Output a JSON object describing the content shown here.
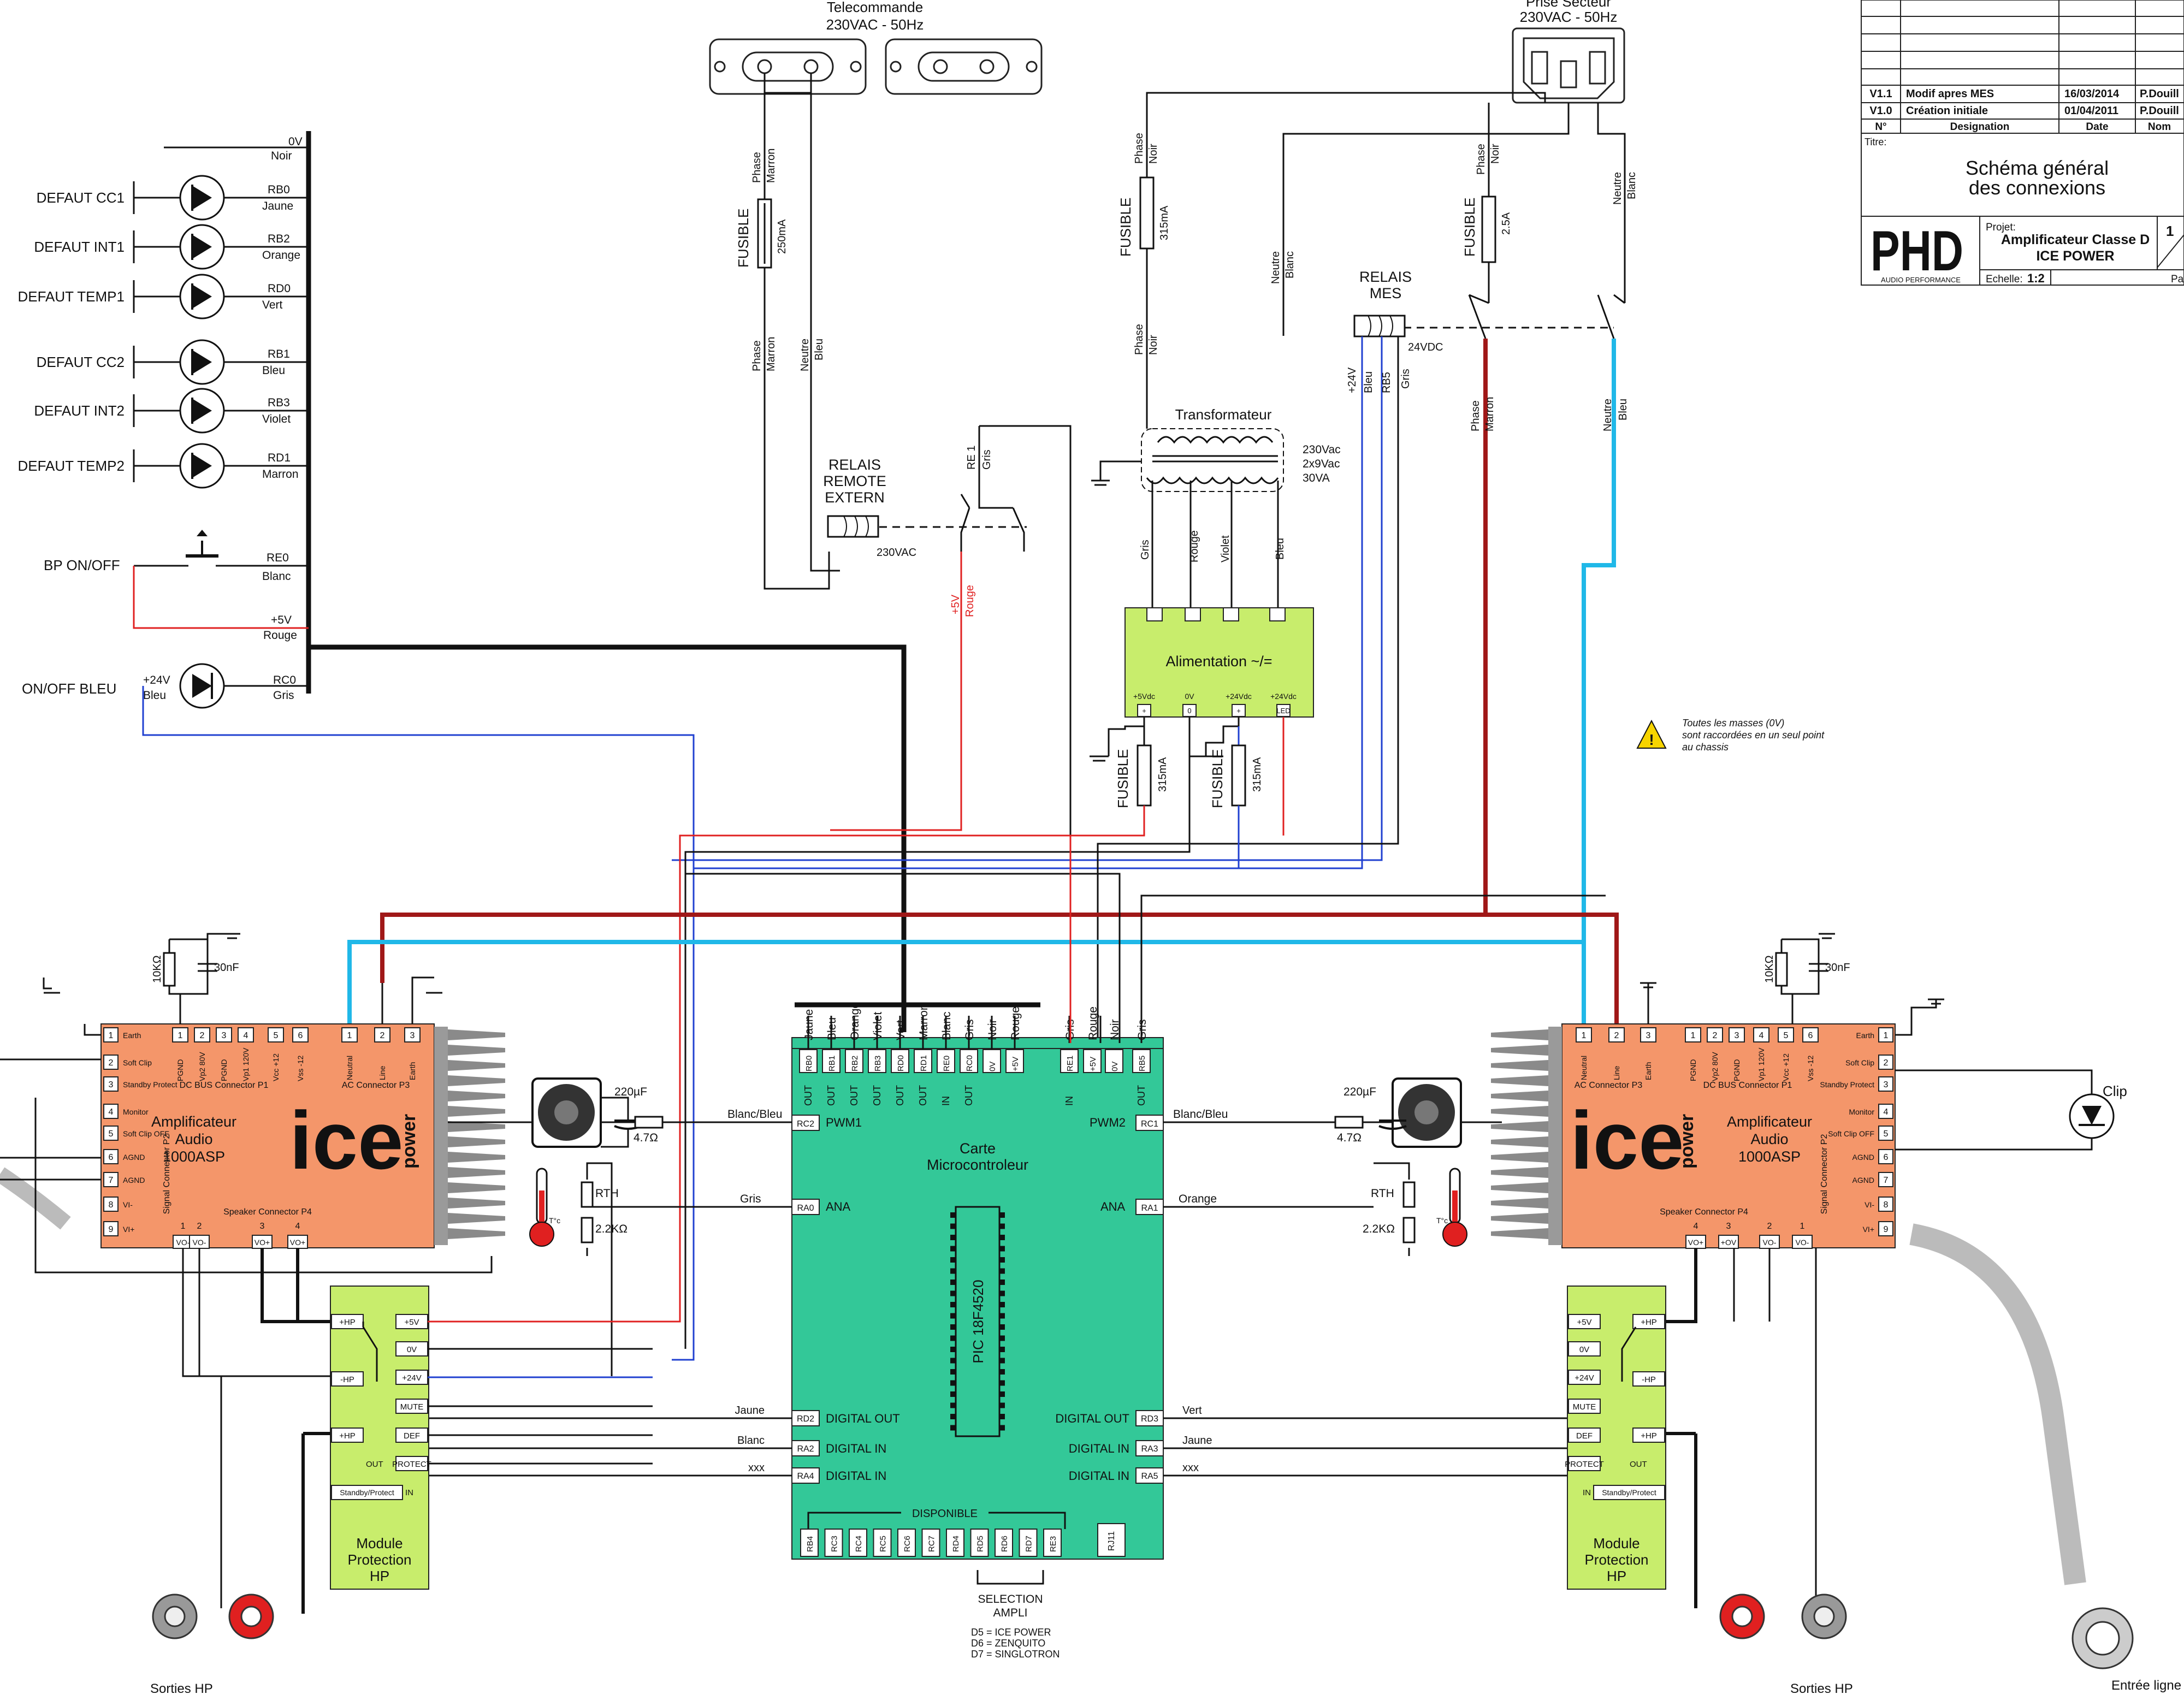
{
  "top_connectors": {
    "telecommande": "Telecommande",
    "telecommande_spec": "230VAC - 50Hz",
    "prise_secteur": "Prise Secteur",
    "prise_secteur_spec": "230VAC - 50Hz"
  },
  "title_block": {
    "rows": [
      {
        "version": "V1.1",
        "designation": "Modif apres MES",
        "date": "16/03/2014",
        "name": "P.Douill"
      },
      {
        "version": "V1.0",
        "designation": "Création initiale",
        "date": "01/04/2011",
        "name": "P.Douill"
      }
    ],
    "header": {
      "version": "N°",
      "designation": "Designation",
      "date": "Date",
      "name": "Nom"
    },
    "titre_label": "Titre:",
    "title_line1": "Schéma général",
    "title_line2": "des connexions",
    "logo_text": "PHD",
    "logo_sub": "AUDIO PERFORMANCE",
    "projet_label": "Projet:",
    "projet_line1": "Amplificateur Classe D",
    "projet_line2": "ICE POWER",
    "echelle_label": "Echelle:",
    "echelle_value": "1:2",
    "sheet": "1",
    "page_label": "Pa"
  },
  "fault_leds": [
    {
      "label": "DEFAUT CC1",
      "pin": "RB0",
      "color": "Jaune"
    },
    {
      "label": "DEFAUT INT1",
      "pin": "RB2",
      "color": "Orange"
    },
    {
      "label": "DEFAUT TEMP1",
      "pin": "RD0",
      "color": "Vert"
    },
    {
      "label": "DEFAUT CC2",
      "pin": "RB1",
      "color": "Bleu"
    },
    {
      "label": "DEFAUT INT2",
      "pin": "RB3",
      "color": "Violet"
    },
    {
      "label": "DEFAUT TEMP2",
      "pin": "RD1",
      "color": "Marron"
    }
  ],
  "bus_top": {
    "pin": "0V",
    "color": "Noir"
  },
  "bp_onoff": {
    "label": "BP ON/OFF",
    "pin": "RE0",
    "color": "Blanc",
    "supply": "+5V",
    "supply_color": "Rouge"
  },
  "onoff_bleu": {
    "label": "ON/OFF BLEU",
    "supply": "+24V",
    "supply_color": "Bleu",
    "pin": "RC0",
    "color": "Gris"
  },
  "wire_labels": {
    "phase": "Phase",
    "marron": "Marron",
    "neutre": "Neutre",
    "bleu": "Bleu",
    "noir": "Noir",
    "blanc": "Blanc",
    "fusible": "FUSIBLE",
    "f250": "250mA",
    "f315": "315mA",
    "f25": "2.5A",
    "gris": "Gris",
    "rouge": "Rouge",
    "violet": "Violet",
    "plus5v": "+5V",
    "plus24v": "+24V",
    "rb5": "RB5",
    "re1": "RE 1"
  },
  "relais_remote": {
    "line1": "RELAIS",
    "line2": "REMOTE",
    "line3": "EXTERN",
    "coil": "230VAC"
  },
  "relais_mes": {
    "line1": "RELAIS",
    "line2": "MES",
    "coil": "24VDC"
  },
  "transformateur": {
    "label": "Transformateur",
    "spec1": "230Vac",
    "spec2": "2x9Vac",
    "spec3": "30VA"
  },
  "alimentation": {
    "label": "Alimentation ~/=",
    "pins": [
      "+5Vdc",
      "0V",
      "+24Vdc",
      "+24Vdc"
    ],
    "pin_marks": [
      "+",
      "0",
      "+",
      "LED"
    ]
  },
  "warning": {
    "line1": "Toutes les masses (0V)",
    "line2": "sont raccordées en un seul point",
    "line3": "au chassis"
  },
  "amp_left": {
    "brand": "ice",
    "brand_sub": "power",
    "title1": "Amplificateur",
    "title2": "Audio",
    "title3": "1000ASP",
    "dc_bus": "DC BUS Connector P1",
    "dc_pins": [
      "1",
      "2",
      "3",
      "4",
      "5",
      "6"
    ],
    "dc_pin_names": [
      "PGND",
      "Vp2 80V",
      "PGND",
      "Vp1 120V",
      "Vcc +12",
      "Vss -12"
    ],
    "ac_conn": "AC Connector P3",
    "ac_pins": [
      "1",
      "2",
      "3"
    ],
    "ac_pin_names": [
      "Neutral",
      "Line",
      "Earth"
    ],
    "signal_conn": "Signal Connector P2",
    "signal_pins": [
      "1",
      "2",
      "3",
      "4",
      "5",
      "6",
      "7",
      "8",
      "9"
    ],
    "signal_pin_names": [
      "Earth",
      "Soft Clip",
      "Standby Protect",
      "Monitor",
      "Soft Clip OFF",
      "AGND",
      "AGND",
      "VI-",
      "VI+"
    ],
    "speaker_conn": "Speaker Connector P4",
    "speaker_pins": [
      "1",
      "2",
      "3",
      "4"
    ],
    "speaker_pin_names": [
      "VO-",
      "VO-",
      "VO+",
      "VO+"
    ]
  },
  "amp_right": {
    "brand": "ice",
    "brand_sub": "power",
    "title1": "Amplificateur",
    "title2": "Audio",
    "title3": "1000ASP",
    "dc_bus": "DC BUS Connector P1",
    "dc_pins": [
      "1",
      "2",
      "3",
      "4",
      "5",
      "6"
    ],
    "dc_pin_names": [
      "PGND",
      "Vp2 80V",
      "PGND",
      "Vp1 120V",
      "Vcc +12",
      "Vss -12"
    ],
    "ac_conn": "AC Connector P3",
    "ac_pins": [
      "1",
      "2",
      "3"
    ],
    "ac_pin_names": [
      "Neutral",
      "Line",
      "Earth"
    ],
    "signal_conn": "Signal Connector P2",
    "signal_pins": [
      "1",
      "2",
      "3",
      "4",
      "5",
      "6",
      "7",
      "8",
      "9"
    ],
    "signal_pin_names": [
      "Earth",
      "Soft Clip",
      "Standby Protect",
      "Monitor",
      "Soft Clip OFF",
      "AGND",
      "AGND",
      "VI-",
      "VI+"
    ],
    "speaker_conn": "Speaker Connector P4",
    "speaker_pins": [
      "4",
      "3",
      "2",
      "1"
    ],
    "speaker_pin_names": [
      "VO+",
      "+OV",
      "VO-",
      "VO-"
    ]
  },
  "passives": {
    "r10k": "10KΩ",
    "c30n": "30nF",
    "c220": "220µF",
    "r47": "4.7Ω",
    "rth": "RTH",
    "r22": "2.2KΩ",
    "temp": "T°c"
  },
  "mcu": {
    "title1": "Carte",
    "title2": "Microcontroleur",
    "chip": "PIC 18F4520",
    "top_colors": [
      "Jaune",
      "Bleu",
      "Orange",
      "Violet",
      "Vert",
      "Marron",
      "Blanc",
      "Gris",
      "Noir",
      "Rouge"
    ],
    "top_pins": [
      "RB0",
      "RB1",
      "RB2",
      "RB3",
      "RD0",
      "RD1",
      "RE0",
      "RC0",
      "0V",
      "+5V"
    ],
    "top_dirs": [
      "OUT",
      "OUT",
      "OUT",
      "OUT",
      "OUT",
      "OUT",
      "IN",
      "OUT"
    ],
    "top_right_colors": [
      "Gris",
      "Rouge",
      "Noir",
      "Gris"
    ],
    "top_right_pins": [
      "RE1",
      "+5V",
      "0V",
      "RB5"
    ],
    "top_right_dirs": [
      "IN",
      "OUT"
    ],
    "pwm1_pin": "RC2",
    "pwm1": "PWM1",
    "pwm1_wire": "Blanc/Bleu",
    "pwm2_pin": "RC1",
    "pwm2": "PWM2",
    "pwm2_wire": "Blanc/Bleu",
    "ana1_pin": "RA0",
    "ana1": "ANA",
    "ana1_wire": "Gris",
    "ana2_pin": "RA1",
    "ana2": "ANA",
    "ana2_wire": "Orange",
    "left_io": [
      {
        "pin": "RD2",
        "label": "DIGITAL OUT",
        "wire": "Jaune"
      },
      {
        "pin": "RA2",
        "label": "DIGITAL IN",
        "wire": "Blanc"
      },
      {
        "pin": "RA4",
        "label": "DIGITAL IN",
        "wire": "xxx"
      }
    ],
    "right_io": [
      {
        "pin": "RD3",
        "label": "DIGITAL OUT",
        "wire": "Vert"
      },
      {
        "pin": "RA3",
        "label": "DIGITAL IN",
        "wire": "Jaune"
      },
      {
        "pin": "RA5",
        "label": "DIGITAL IN",
        "wire": "xxx"
      }
    ],
    "disponible": "DISPONIBLE",
    "bottom_pins": [
      "RB4",
      "RC3",
      "RC4",
      "RC5",
      "RC6",
      "RC7",
      "RD4",
      "RD5",
      "RD6",
      "RD7",
      "RE3"
    ],
    "rj11": "RJ11"
  },
  "selection": {
    "line1": "SELECTION",
    "line2": "AMPLI",
    "opt1": "D5 = ICE POWER",
    "opt2": "D6 = ZENQUITO",
    "opt3": "D7 = SINGLOTRON"
  },
  "protection_left": {
    "title1": "Module",
    "title2": "Protection",
    "title3": "HP",
    "left_pins": [
      "+HP",
      "-HP",
      "+HP"
    ],
    "right_pins": [
      "+5V",
      "0V",
      "+24V",
      "MUTE",
      "DEF",
      "PROTECT"
    ],
    "out": "OUT",
    "standby": "Standby/Protect",
    "in": "IN"
  },
  "protection_right": {
    "title1": "Module",
    "title2": "Protection",
    "title3": "HP",
    "left_pins": [
      "+5V",
      "0V",
      "+24V",
      "MUTE",
      "DEF",
      "PROTECT"
    ],
    "right_pins": [
      "+HP",
      "-HP",
      "+HP"
    ],
    "out": "OUT",
    "standby": "Standby/Protect",
    "in": "IN"
  },
  "clip_label": "Clip",
  "sorties_left": "Sorties HP",
  "sorties_right": "Sorties HP",
  "entree": "Entrée ligne"
}
